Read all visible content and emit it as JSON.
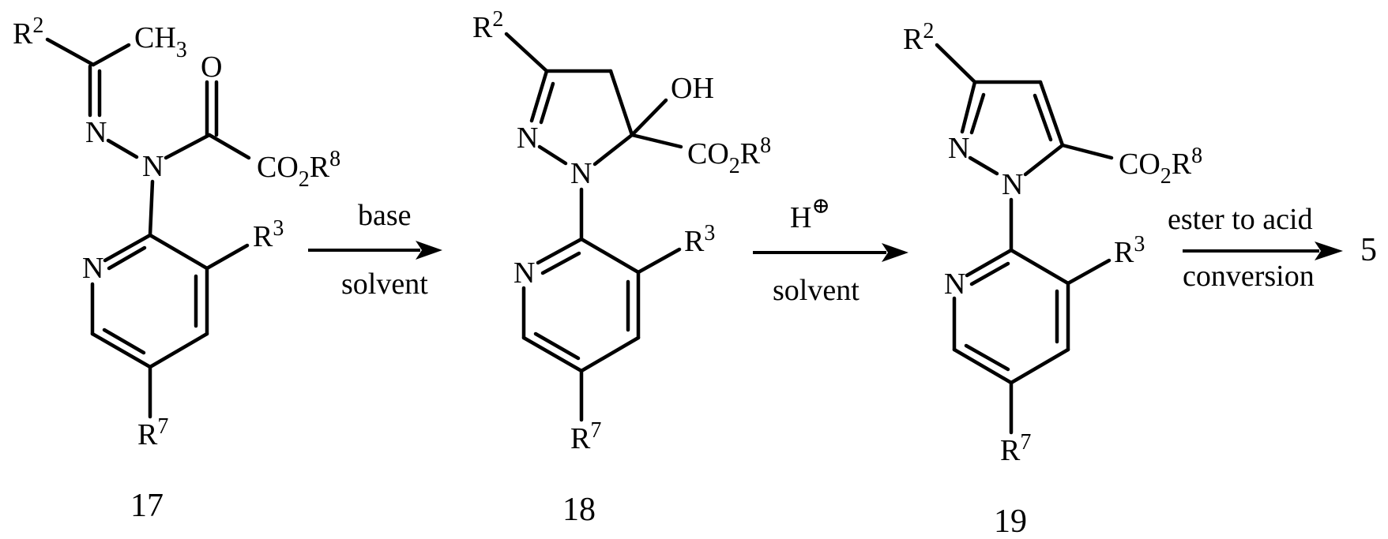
{
  "scheme": {
    "compounds": [
      {
        "id": "17",
        "label": "17",
        "substituents": {
          "r2": "R",
          "r2_sup": "2",
          "ch3": "CH",
          "ch3_sub": "3",
          "o": "O",
          "co2r8_a": "CO",
          "co2r8_sub": "2",
          "co2r8_b": "R",
          "co2r8_sup": "8",
          "r3": "R",
          "r3_sup": "3",
          "r7": "R",
          "r7_sup": "7",
          "n_imine": "N",
          "n_hydrazide": "N",
          "n_pyridine": "N"
        }
      },
      {
        "id": "18",
        "label": "18",
        "substituents": {
          "r2": "R",
          "r2_sup": "2",
          "oh": "OH",
          "co2r8_a": "CO",
          "co2r8_sub": "2",
          "co2r8_b": "R",
          "co2r8_sup": "8",
          "r3": "R",
          "r3_sup": "3",
          "r7": "R",
          "r7_sup": "7",
          "n2": "N",
          "n1": "N",
          "n_pyridine": "N"
        }
      },
      {
        "id": "19",
        "label": "19",
        "substituents": {
          "r2": "R",
          "r2_sup": "2",
          "co2r8_a": "CO",
          "co2r8_sub": "2",
          "co2r8_b": "R",
          "co2r8_sup": "8",
          "r3": "R",
          "r3_sup": "3",
          "r7": "R",
          "r7_sup": "7",
          "n2": "N",
          "n1": "N",
          "n_pyridine": "N"
        }
      }
    ],
    "arrows": [
      {
        "above": "base",
        "below": "solvent"
      },
      {
        "above": "H",
        "above_sup": "⊕",
        "below": "solvent"
      },
      {
        "above": "ester to acid",
        "below": "conversion"
      }
    ],
    "product": {
      "label": "5"
    }
  }
}
